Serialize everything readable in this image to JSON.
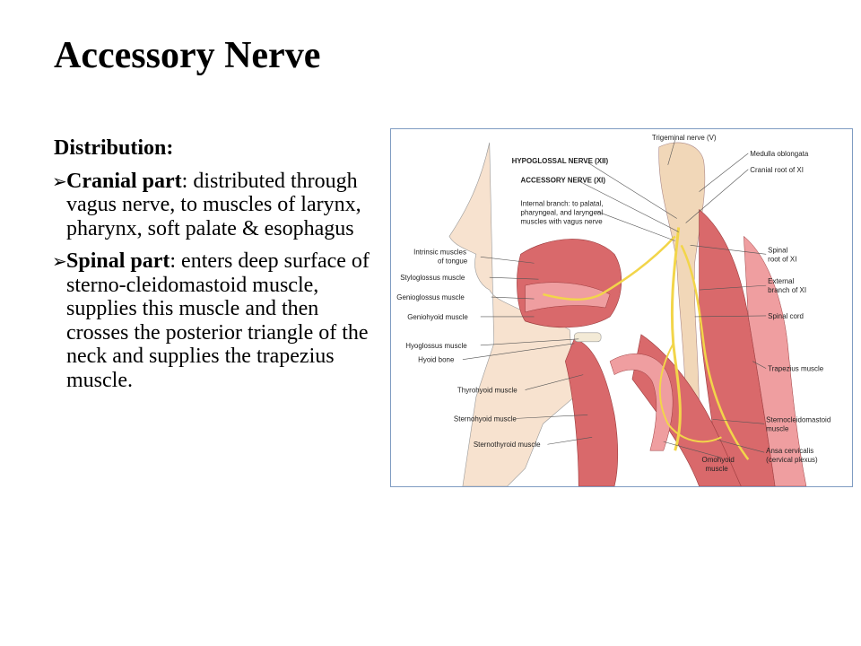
{
  "slide": {
    "title": "Accessory Nerve",
    "heading": "Distribution:",
    "bullets": [
      {
        "term": "Cranial part",
        "text": ": distributed through vagus nerve, to muscles of larynx, pharynx, soft palate & esophagus"
      },
      {
        "term": "Spinal part",
        "text": ": enters deep surface of sterno-cleidomastoid muscle, supplies this muscle and then crosses the posterior triangle of the neck and supplies the trapezius muscle."
      }
    ]
  },
  "figure": {
    "labels_left": [
      "HYPOGLOSSAL NERVE (XII)",
      "ACCESSORY NERVE (XI)",
      "Internal branch: to palatal,",
      "pharyngeal, and laryngeal",
      "muscles with vagus nerve",
      "Intrinsic muscles",
      "of tongue",
      "Styloglossus muscle",
      "Genioglossus muscle",
      "Geniohyoid muscle",
      "Hyoglossus muscle",
      "Hyoid bone",
      "Thyrohyoid muscle",
      "Sternohyoid muscle",
      "Sternothyroid muscle"
    ],
    "labels_right": [
      "Trigeminal nerve (V)",
      "Medulla oblongata",
      "Cranial root of XI",
      "Spinal",
      "root of XI",
      "External",
      "branch of XI",
      "Spinal cord",
      "Trapezius muscle",
      "Sternocleidomastoid",
      "muscle",
      "Ansa cervicalis",
      "(cervical plexus)",
      "Omohyoid",
      "muscle"
    ],
    "colors": {
      "muscle": "#d9696b",
      "muscle_light": "#ef9ea0",
      "nerve": "#f2d54a",
      "skin": "#f7e2cf",
      "border": "#7f9cc2"
    }
  }
}
